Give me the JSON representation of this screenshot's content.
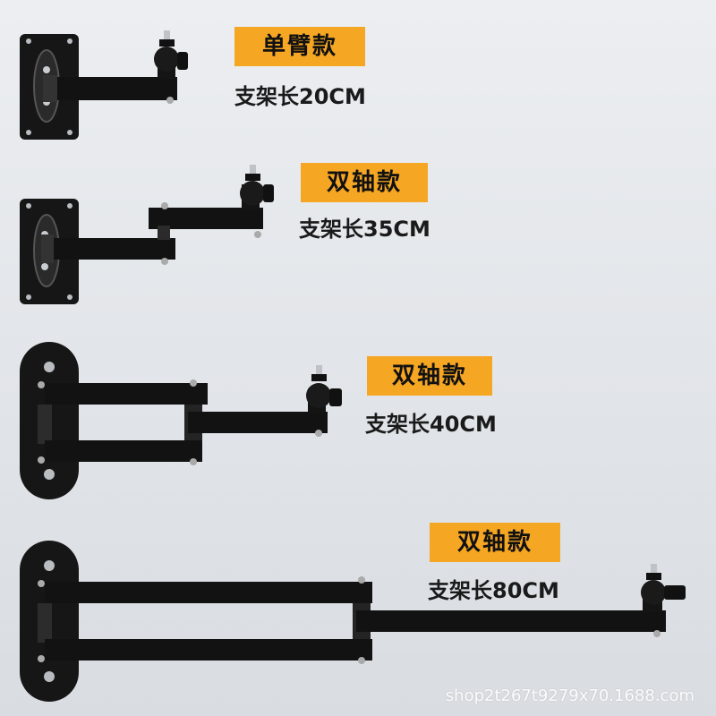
{
  "colors": {
    "background": "#e3e6ea",
    "tag_fill": "#f5a623",
    "bracket": "#141414",
    "text": "#1a1a1a"
  },
  "products": [
    {
      "tag": "单臂款",
      "spec": "支架长20CM"
    },
    {
      "tag": "双轴款",
      "spec": "支架长35CM"
    },
    {
      "tag": "双轴款",
      "spec": "支架长40CM"
    },
    {
      "tag": "双轴款",
      "spec": "支架长80CM"
    }
  ],
  "watermark": "shop2t267t9279x70.1688.com"
}
